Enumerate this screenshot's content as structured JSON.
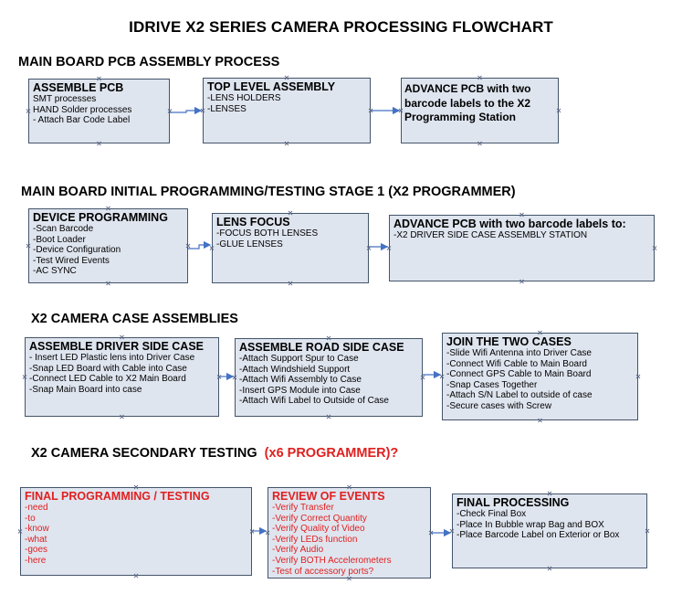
{
  "title": "IDRIVE X2  SERIES CAMERA PROCESSING FLOWCHART",
  "sections": [
    {
      "id": "s1",
      "label": "MAIN BOARD PCB ASSEMBLY PROCESS"
    },
    {
      "id": "s2",
      "label": "MAIN BOARD INITIAL PROGRAMMING/TESTING STAGE 1 (X2 PROGRAMMER)"
    },
    {
      "id": "s3",
      "label": "X2 CAMERA CASE ASSEMBLIES"
    },
    {
      "id": "s4",
      "label": "X2 CAMERA SECONDARY TESTING",
      "suffix": "(x6 PROGRAMMER)?"
    }
  ],
  "boxes": {
    "assemble_pcb": {
      "title": "ASSEMBLE PCB",
      "lines": [
        " SMT processes",
        " HAND Solder processes",
        "- Attach Bar Code Label"
      ]
    },
    "top_level": {
      "title": "TOP LEVEL ASSEMBLY",
      "lines": [
        "-LENS HOLDERS",
        "-LENSES"
      ]
    },
    "advance_pcb_1": {
      "title": "ADVANCE PCB with two barcode labels to the  X2 Programming Station",
      "lines": []
    },
    "device_programming": {
      "title": "DEVICE PROGRAMMING",
      "lines": [
        "-Scan Barcode",
        "-Boot Loader",
        "-Device Configuration",
        "-Test Wired Events",
        "-AC SYNC"
      ]
    },
    "lens_focus": {
      "title": "LENS FOCUS",
      "lines": [
        "-FOCUS BOTH LENSES",
        "-GLUE LENSES"
      ]
    },
    "advance_pcb_2": {
      "title": "ADVANCE PCB with two barcode labels to:",
      "lines": [
        "-X2 DRIVER  SIDE  CASE  ASSEMBLY STATION"
      ]
    },
    "driver_side": {
      "title": "ASSEMBLE DRIVER SIDE CASE",
      "lines": [
        " - Insert LED Plastic lens into Driver Case",
        "-Snap LED Board with Cable into Case",
        "-Connect LED Cable to X2 Main Board",
        "-Snap Main Board into case"
      ]
    },
    "road_side": {
      "title": "ASSEMBLE ROAD SIDE CASE",
      "lines": [
        "-Attach Support Spur to Case",
        "-Attach Windshield Support",
        "-Attach Wifi Assembly to Case",
        "-Insert GPS Module into Case",
        "-Attach Wifi Label to Outside of Case"
      ]
    },
    "join_cases": {
      "title": "JOIN THE TWO CASES",
      "lines": [
        "-Slide Wifi Antenna into Driver Case",
        "-Connect Wifi Cable to Main Board",
        "-Connect GPS Cable to Main Board",
        "-Snap Cases Together",
        "-Attach S/N Label to outside of case",
        "-Secure cases with Screw"
      ]
    },
    "final_programming": {
      "title": "FINAL PROGRAMMING / TESTING",
      "lines": [
        "-need",
        "-to",
        "-know",
        "-what",
        "-goes",
        "-here"
      ]
    },
    "review_events": {
      "title": "REVIEW OF EVENTS",
      "lines": [
        "-Verify Transfer",
        "-Verify Correct Quantity",
        "-Verify Quality of Video",
        "-Verify LEDs function",
        "-Verify Audio",
        "-Verify BOTH Accelerometers",
        "-Test of accessory ports?"
      ]
    },
    "final_processing": {
      "title": "FINAL PROCESSING",
      "lines": [
        " -Check Final Box",
        "-Place In Bubble wrap Bag and BOX",
        "-Place Barcode Label on Exterior or Box"
      ]
    }
  },
  "colors": {
    "box_fill": "#dfe5ef",
    "box_border": "#44546a",
    "arrow": "#4472c4",
    "red_text": "#e02020"
  }
}
